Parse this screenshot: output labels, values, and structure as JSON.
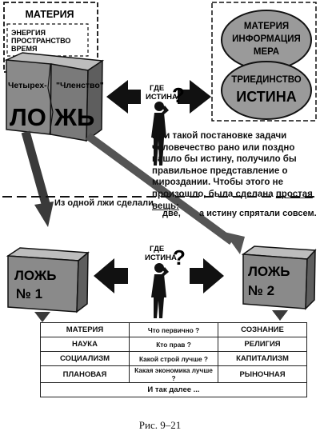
{
  "top_left_box": {
    "title": "МАТЕРИЯ",
    "inner_lines": [
      "ЭНЕРГИЯ",
      "ПРОСТРАНСТВО",
      "ВРЕМЯ"
    ]
  },
  "top_right": {
    "upper_lines": [
      "МАТЕРИЯ",
      "ИНФОРМАЦИЯ",
      "МЕРА"
    ],
    "lower_lines": [
      "ТРИЕДИНСТВО",
      "ИСТИНА"
    ]
  },
  "big_block": {
    "left_face": "Четырех-",
    "right_face": "\"Членство\"",
    "word_left": "ЛО",
    "word_right": "ЖЬ"
  },
  "question_top": [
    "ГДЕ",
    "ИСТИНА"
  ],
  "question_mark": "?",
  "paragraph": {
    "text": "При такой постановке задачи человечество рано или поздно нашло бы истину, получило бы правильное представление о мироздании. Чтобы этого не произошло, была сделана",
    "underlined": "простая вещь:"
  },
  "middle_text": {
    "line1": "Из одной лжи сделали",
    "left2": "две,",
    "right2": "а истину спрятали совсем."
  },
  "lie1": [
    "ЛОЖЬ",
    "№ 1"
  ],
  "lie2": [
    "ЛОЖЬ",
    "№ 2"
  ],
  "question_bottom": [
    "ГДЕ",
    "ИСТИНА"
  ],
  "table": {
    "rows": [
      {
        "left": "МАТЕРИЯ",
        "middle": "Что первично ?",
        "right": "СОЗНАНИЕ"
      },
      {
        "left": "НАУКА",
        "middle": "Кто прав ?",
        "right": "РЕЛИГИЯ"
      },
      {
        "left": "СОЦИАЛИЗМ",
        "middle": "Какой строй лучше ?",
        "right": "КАПИТАЛИЗМ"
      },
      {
        "left": "ПЛАНОВАЯ",
        "middle": "Какая экономика лучше ?",
        "right": "РЫНОЧНАЯ"
      }
    ],
    "footer": "И так далее ..."
  },
  "caption": "Рис. 9–21",
  "colors": {
    "block_gray": "#8a8a8a",
    "ellipse_gray": "#9a9a9a",
    "ink": "#111111"
  }
}
